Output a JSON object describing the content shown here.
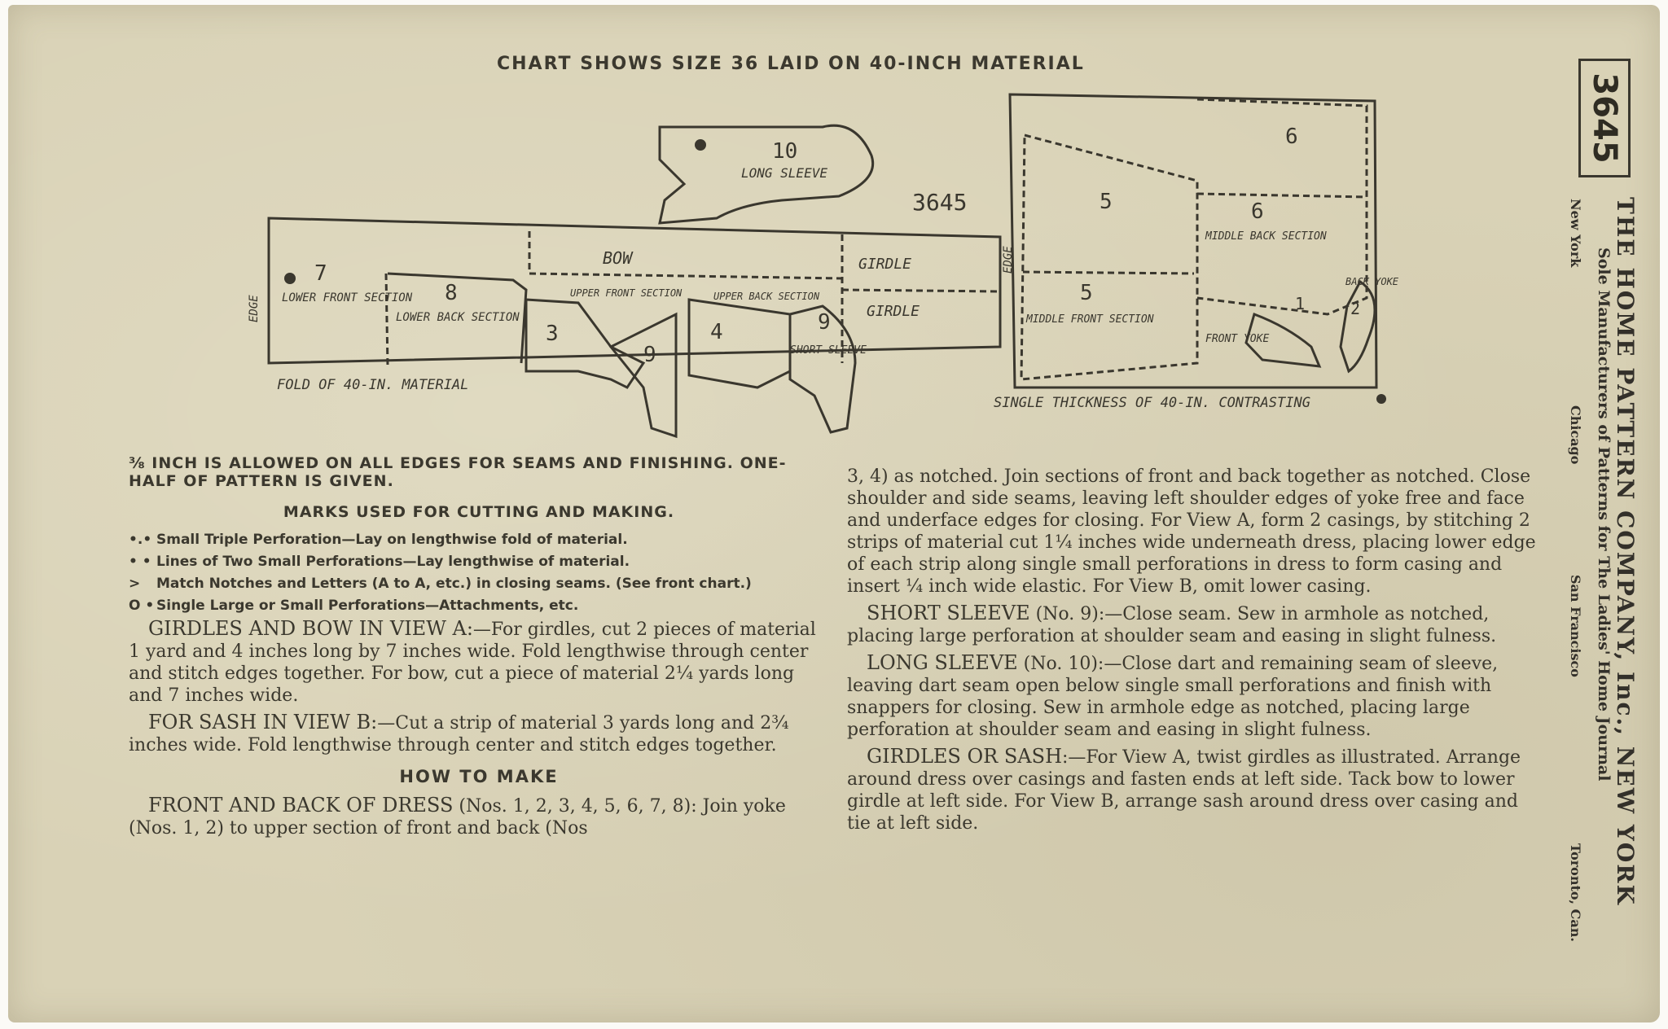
{
  "header": {
    "chart_title": "CHART SHOWS SIZE 36 LAID ON 40-INCH MATERIAL",
    "pattern_number": "3645"
  },
  "layout": {
    "pattern_label": "3645",
    "pieces": [
      {
        "num": "10",
        "name": "LONG SLEEVE"
      },
      {
        "num": "7",
        "name": "LOWER FRONT SECTION"
      },
      {
        "num": "8",
        "name": "LOWER BACK SECTION"
      },
      {
        "num": "3",
        "name": ""
      },
      {
        "num": "9",
        "name": ""
      },
      {
        "num": "4",
        "name": ""
      },
      {
        "num": "9",
        "name": "SHORT SLEEVE"
      },
      {
        "num": "5",
        "name": "MIDDLE FRONT SECTION"
      },
      {
        "num": "6",
        "name": "MIDDLE BACK SECTION"
      },
      {
        "num": "1",
        "name": "FRONT YOKE"
      },
      {
        "num": "2",
        "name": "BACK YOKE"
      }
    ],
    "labels": {
      "bow": "BOW",
      "girdle": "GIRDLE",
      "upper_front": "UPPER FRONT SECTION",
      "upper_back": "UPPER BACK SECTION",
      "fold": "FOLD OF 40-IN. MATERIAL",
      "single": "SINGLE THICKNESS OF 40-IN. CONTRASTING",
      "edge_left": "EDGE",
      "edge_mid": "EDGE"
    }
  },
  "left_column": {
    "intro": "⅜ INCH IS ALLOWED ON ALL EDGES FOR SEAMS AND FINISHING. ONE-HALF OF PATTERN IS GIVEN.",
    "marks_heading": "MARKS USED FOR CUTTING AND MAKING.",
    "marks": [
      {
        "symbol": "•.•",
        "text": "Small Triple Perforation—Lay on lengthwise fold of material."
      },
      {
        "symbol": "• •",
        "text": "Lines of Two Small Perforations—Lay lengthwise of material."
      },
      {
        "symbol": ">",
        "text": "Match Notches and Letters (A to A, etc.) in closing seams. (See front chart.)"
      },
      {
        "symbol": "O •",
        "text": "Single Large or Small Perforations—Attachments, etc."
      }
    ],
    "p1_lead": "GIRDLES AND BOW IN VIEW A:",
    "p1_text": "—For girdles, cut 2 pieces of material 1 yard and 4 inches long by 7 inches wide. Fold lengthwise through center and stitch edges together. For bow, cut a piece of material 2¼ yards long and 7 inches wide.",
    "p2_lead": "FOR SASH IN VIEW B:",
    "p2_text": "—Cut a strip of material 3 yards long and 2¾ inches wide. Fold lengthwise through center and stitch edges together.",
    "how_heading": "HOW TO MAKE",
    "p3_lead": "FRONT AND BACK OF DRESS",
    "p3_text": " (Nos. 1, 2, 3, 4, 5, 6, 7, 8): Join yoke (Nos. 1, 2) to upper section of front and back (Nos"
  },
  "right_column": {
    "p1_text": "3, 4) as notched. Join sections of front and back together as notched. Close shoulder and side seams, leaving left shoulder edges of yoke free and face and underface edges for closing. For View A, form 2 casings, by stitching 2 strips of material cut 1¼ inches wide underneath dress, placing lower edge of each strip along single small perforations in dress to form casing and insert ¼ inch wide elastic. For View B, omit lower casing.",
    "p2_lead": "SHORT SLEEVE",
    "p2_text": " (No. 9):—Close seam. Sew in armhole as notched, placing large perforation at shoulder seam and easing in slight fulness.",
    "p3_lead": "LONG SLEEVE",
    "p3_text": " (No. 10):—Close dart and remaining seam of sleeve, leaving dart seam open below single small perforations and finish with snappers for closing. Sew in armhole edge as notched, placing large perforation at shoulder seam and easing in slight fulness.",
    "p4_lead": "GIRDLES OR SASH",
    "p4_text": ":—For View A, twist girdles as illustrated. Arrange around dress over casings and fasten ends at left side. Tack bow to lower girdle at left side. For View B, arrange sash around dress over casing and tie at left side."
  },
  "sidebar": {
    "company": "THE HOME PATTERN COMPANY, Inc., NEW YORK",
    "subtitle": "Sole Manufacturers of Patterns for The Ladies' Home Journal",
    "cities": [
      "New York",
      "Chicago",
      "San Francisco",
      "Toronto, Can."
    ]
  },
  "colors": {
    "paper": "#d9d2b6",
    "ink": "#3a372e",
    "background": "#fbfaf6"
  }
}
